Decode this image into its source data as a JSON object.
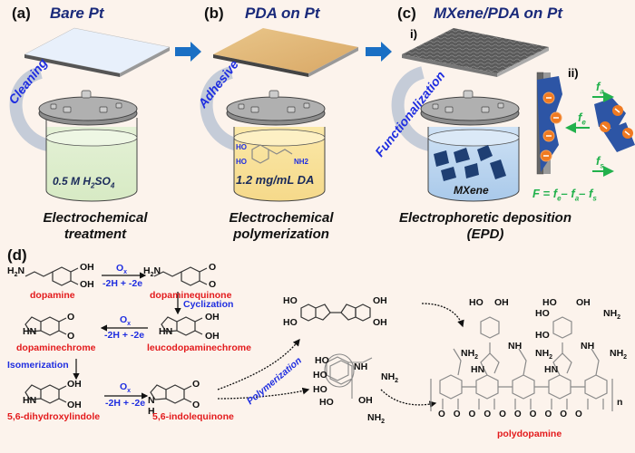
{
  "panels": {
    "a": {
      "label": "(a)",
      "title": "Bare Pt",
      "step": "Cleaning",
      "solution": "0.5 M H2SO4",
      "caption_line1": "Electrochemical",
      "caption_line2": "treatment"
    },
    "b": {
      "label": "(b)",
      "title": "PDA on Pt",
      "step": "Adhesive",
      "solution": "1.2 mg/mL DA",
      "mol_ho1": "HO",
      "mol_ho2": "HO",
      "mol_nh2": "NH2",
      "caption_line1": "Electrochemical",
      "caption_line2": "polymerization"
    },
    "c": {
      "label": "(c)",
      "title": "MXene/PDA on Pt",
      "step": "Functionalization",
      "sub_i": "i)",
      "sub_ii": "ii)",
      "solution": "MXene",
      "caption_line1": "Electrophoretic deposition",
      "caption_line2": "(EPD)",
      "forces": {
        "fa": "fa",
        "fe": "fe",
        "fs": "fs",
        "equation": "F = fe – fa – fs"
      }
    }
  },
  "scheme": {
    "label": "(d)",
    "compounds": [
      "dopamine",
      "dopaminequinone",
      "leucodopaminechrome",
      "dopaminechrome",
      "5,6-dihydroxylindole",
      "5,6-indolequinone",
      "polydopamine"
    ],
    "reagent_ox": "Ox",
    "reagent_cond": "-2H + -2e",
    "steps": {
      "cyclization": "Cyclization",
      "isomerization": "Isomerization",
      "polymerization": "Polymerization"
    },
    "atoms": {
      "h2n": "H2N",
      "oh": "OH",
      "ho": "HO",
      "o": "O",
      "hn": "HN",
      "nh": "NH",
      "nh2": "NH2",
      "n": "N",
      "h": "H",
      "repeat": "n"
    }
  },
  "colors": {
    "background": "#fcf3ec",
    "compound_name": "#e31a1c",
    "reagent": "#1f2ee0",
    "force": "#22b14c",
    "process_arrow": "#1a6fc4",
    "title": "#1a2a7a"
  }
}
